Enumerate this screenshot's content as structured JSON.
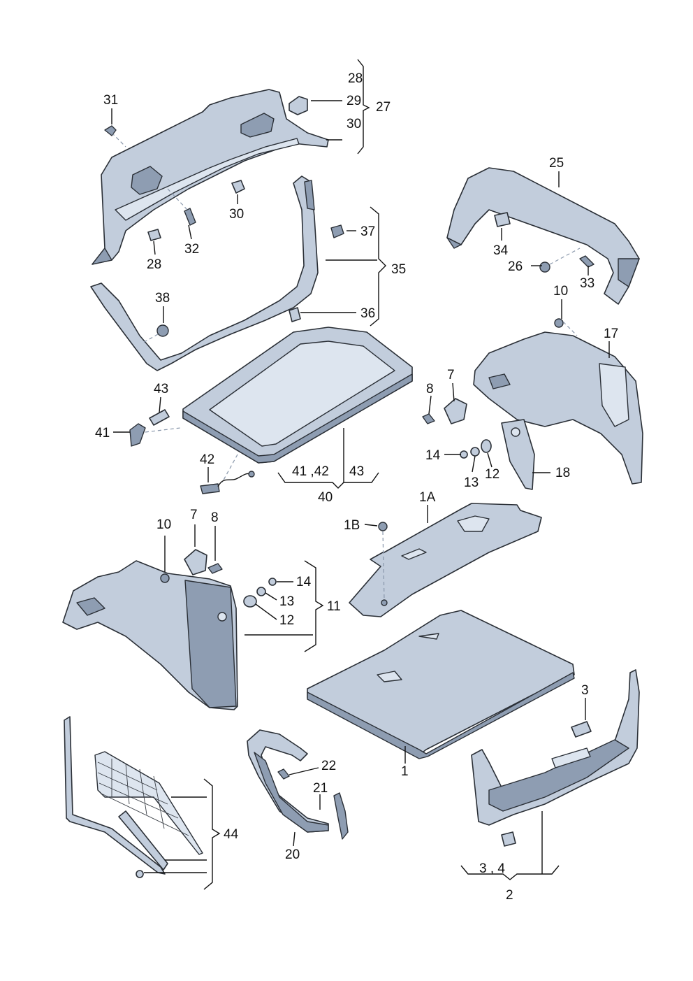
{
  "labels": {
    "l28a": "28",
    "l29": "29",
    "l27": "27",
    "l30a": "30",
    "l31": "31",
    "l30b": "30",
    "l32": "32",
    "l28b": "28",
    "l25": "25",
    "l34": "34",
    "l26": "26",
    "l33": "33",
    "l37": "37",
    "l35": "35",
    "l38": "38",
    "l36": "36",
    "l10a": "10",
    "l17": "17",
    "l7a": "7",
    "l8a": "8",
    "l43a": "43",
    "l41a": "41",
    "l14a": "14",
    "l13a": "13",
    "l12a": "12",
    "l18": "18",
    "l42a": "42",
    "l4142": "41 ,42",
    "l43b": "43",
    "l40": "40",
    "l1A": "1A",
    "l1B": "1B",
    "l10b": "10",
    "l7b": "7",
    "l8b": "8",
    "l14b": "14",
    "l13b": "13",
    "l11": "11",
    "l12b": "12",
    "l3a": "3",
    "l22": "22",
    "l21": "21",
    "l1": "1",
    "l44": "44",
    "l20": "20",
    "l34b": "3 , 4",
    "l2": "2"
  },
  "colors": {
    "part_fill": "#c2cddc",
    "part_shadow": "#8e9db2",
    "part_highlight": "#dde5ef",
    "outline": "#2a2f36"
  }
}
